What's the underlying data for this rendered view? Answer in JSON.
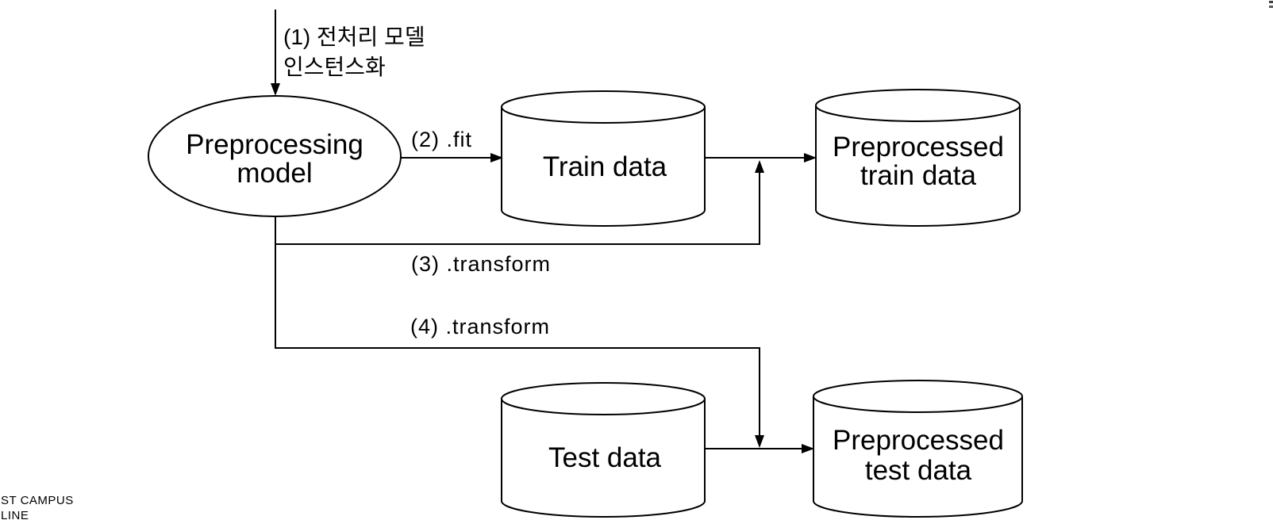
{
  "canvas": {
    "background": "#ffffff",
    "line_color": "#000000",
    "text_color": "#000000"
  },
  "steps": {
    "step1_label": "(1) 전처리 모델\n인스턴스화",
    "step2_label": "(2) .fit",
    "step3_label": "(3) .transform",
    "step4_label": "(4) .transform"
  },
  "nodes": {
    "model_label": "Preprocessing\nmodel",
    "train_label": "Train data",
    "preprocessed_train_label": "Preprocessed\ntrain data",
    "test_label": "Test data",
    "preprocessed_test_label": "Preprocessed\ntest data"
  },
  "watermark_label": "ST CAMPUS\nLINE"
}
